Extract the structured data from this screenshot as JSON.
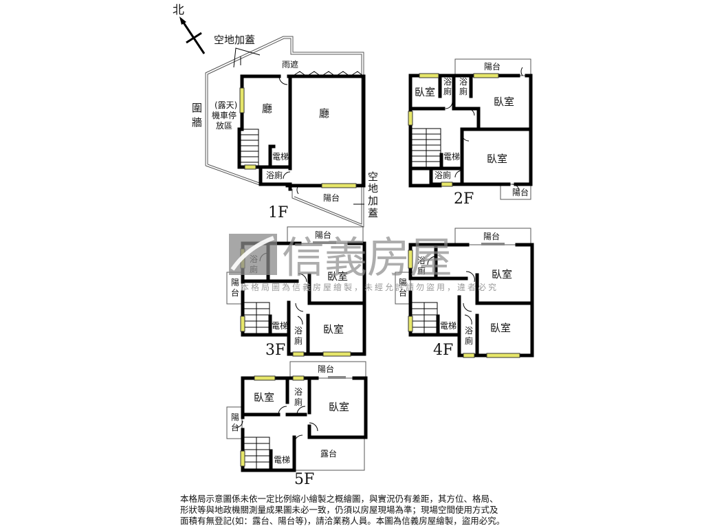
{
  "compass": {
    "label": "北",
    "icon": "north-arrow-icon"
  },
  "floors": {
    "f1": {
      "label": "1F",
      "rooms": {
        "living_room_left": "廳",
        "living_room_main": "廳",
        "elevator": "電梯",
        "bathroom": "浴廁",
        "balcony": "陽台",
        "canopy": "雨遮",
        "parking_line1": "(露天)",
        "parking_line2": "機車停",
        "parking_line3": "放區",
        "fence_line1": "圍",
        "fence_line2": "牆",
        "addition_top": "空地加蓋",
        "addition_side_1": "空",
        "addition_side_2": "地",
        "addition_side_3": "加",
        "addition_side_4": "蓋"
      }
    },
    "f2": {
      "label": "2F",
      "rooms": {
        "bedroom_small": "臥室",
        "bath1_line1": "浴",
        "bath1_line2": "廁",
        "bath2_line1": "浴",
        "bath2_line2": "廁",
        "bedroom_top_right": "臥室",
        "bedroom_bottom_right": "臥室",
        "elevator": "電梯",
        "bathroom": "浴廁",
        "balcony_top": "陽台",
        "balcony_bottom": "陽台"
      }
    },
    "f3": {
      "label": "3F",
      "rooms": {
        "bath_top_1": "浴",
        "bath_top_2": "廁",
        "bedroom_top": "臥室",
        "balcony_top": "陽台",
        "balcony_left_1": "陽",
        "balcony_left_2": "台",
        "elevator": "電梯",
        "bath_bot_1": "浴",
        "bath_bot_2": "廁",
        "bedroom_bottom": "臥室"
      }
    },
    "f4": {
      "label": "4F",
      "rooms": {
        "bath_top_1": "浴",
        "bath_top_2": "廁",
        "bedroom_top": "臥室",
        "balcony_top": "陽台",
        "balcony_left_1": "陽",
        "balcony_left_2": "台",
        "elevator": "電梯",
        "bath_bot_1": "浴",
        "bath_bot_2": "廁",
        "bedroom_bottom": "臥室"
      }
    },
    "f5": {
      "label": "5F",
      "rooms": {
        "bedroom_left": "臥室",
        "bath_1": "浴",
        "bath_2": "廁",
        "bedroom_right": "臥室",
        "balcony_top": "陽台",
        "balcony_left_1": "陽",
        "balcony_left_2": "台",
        "elevator": "電梯",
        "terrace": "露台"
      }
    }
  },
  "watermark": {
    "brand": "信義房屋",
    "notice": "本格局圖為信義房屋繪製，未經允許請勿盜用，違者必究"
  },
  "disclaimer": {
    "line1": "本格局示意圖係未依一定比例縮小繪製之概繪圖，與實況仍有差距，其方位、格局、",
    "line2": "形狀等與地政機關測量成果圖未必一致，仍須以房屋現場為準；現場空間使用方式及",
    "line3": "面積有無登記(如：露台、陽台等)，請洽業務人員。本圖為信義房屋繪製，盜用必究。"
  },
  "colors": {
    "wall": "#000000",
    "window": "#e6e66a",
    "watermark": "#8a8a8a"
  }
}
